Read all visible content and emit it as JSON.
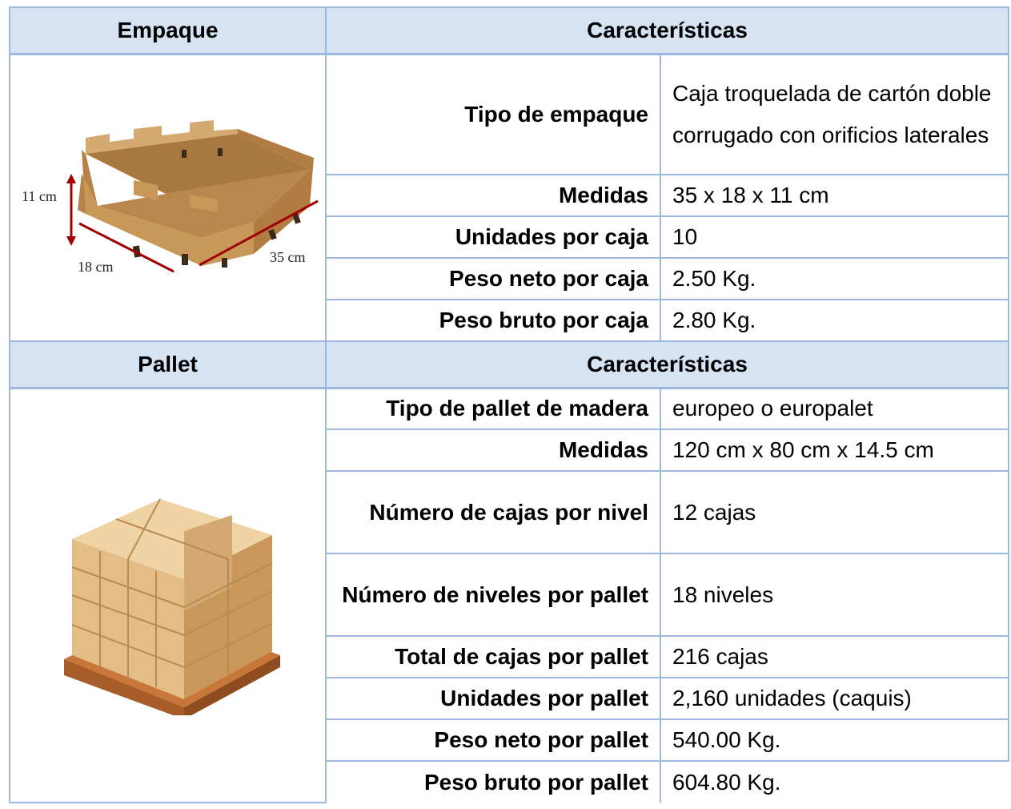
{
  "empaque_section": {
    "header": "Empaque",
    "characteristics_header": "Características",
    "image": {
      "name": "caja-troquelada-icon",
      "dim_height": "11 cm",
      "dim_width": "18 cm",
      "dim_length": "35 cm"
    },
    "rows": [
      {
        "label": "Tipo de empaque",
        "value": "Caja troquelada de cartón doble corrugado con orificios laterales"
      },
      {
        "label": "Medidas",
        "value": "35 x 18 x 11 cm"
      },
      {
        "label": "Unidades por caja",
        "value": "10"
      },
      {
        "label": "Peso neto por caja",
        "value": "2.50 Kg."
      },
      {
        "label": "Peso bruto por caja",
        "value": "2.80 Kg."
      }
    ]
  },
  "pallet_section": {
    "header": "Pallet",
    "characteristics_header": "Características",
    "image": {
      "name": "pallet-boxes-icon"
    },
    "rows": [
      {
        "label": "Tipo de pallet de madera",
        "value": "europeo o europalet"
      },
      {
        "label": "Medidas",
        "value": "120 cm x 80 cm x 14.5 cm"
      },
      {
        "label": "Número de cajas por nivel",
        "value": "12 cajas"
      },
      {
        "label": "Número de niveles por pallet",
        "value": "18 niveles"
      },
      {
        "label": "Total de cajas por pallet",
        "value": "216 cajas"
      },
      {
        "label": "Unidades por pallet",
        "value": "2,160 unidades (caquis)"
      },
      {
        "label": "Peso neto por pallet",
        "value": "540.00 Kg."
      },
      {
        "label": "Peso bruto por pallet",
        "value": "604.80 Kg."
      }
    ]
  },
  "colors": {
    "header_fill": "#d6e3f3",
    "border": "#9cb8de",
    "cardboard": "#c99a5e"
  }
}
